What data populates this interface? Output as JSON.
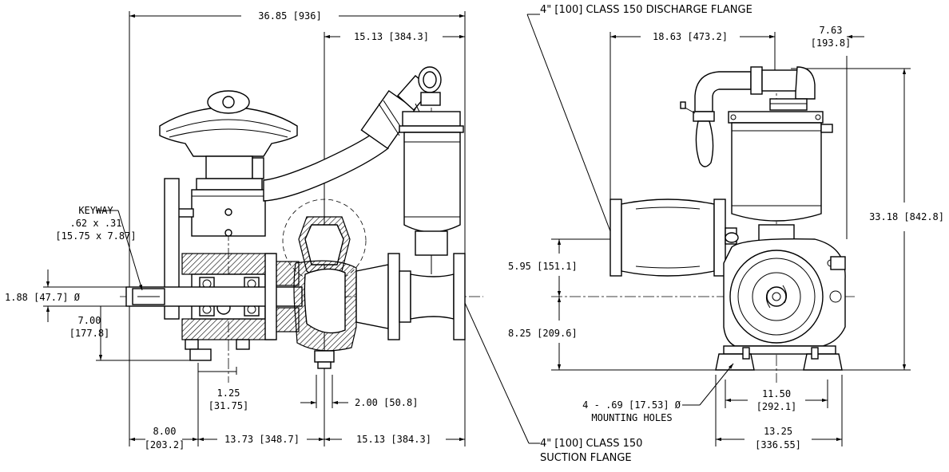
{
  "dimensions": {
    "overall_length": "36.85 [936]",
    "top_right_offset": "15.13 [384.3]",
    "keyway_label": "KEYWAY",
    "keyway_size": ".62 x .31",
    "keyway_size_mm": "[15.75 x 7.87]",
    "shaft_dia": "1.88 [47.7] Ø",
    "shaft_height_in": "7.00",
    "shaft_height_mm": "[177.8]",
    "foot_offset_in": "1.25",
    "foot_offset_mm": "[31.75]",
    "foot_gap": "2.00 [50.8]",
    "shaft_ext_in": "8.00",
    "shaft_ext_mm": "[203.2]",
    "mid_span": "13.73 [348.7]",
    "bottom_right_span": "15.13 [384.3]",
    "discharge_flange": "4\"  [100] CLASS 150 DISCHARGE FLANGE",
    "side_width": "18.63 [473.2]",
    "side_offset_in": "7.63",
    "side_offset_mm": "[193.8]",
    "overall_height": "33.18 [842.8]",
    "upper_height": "5.95 [151.1]",
    "lower_height": "8.25 [209.6]",
    "mounting_holes": "4 - .69 [17.53] Ø",
    "mounting_holes_label": "MOUNTING HOLES",
    "base_inner_in": "11.50",
    "base_inner_mm": "[292.1]",
    "base_outer_in": "13.25",
    "base_outer_mm": "[336.55]",
    "suction_flange_1": "4\"  [100] CLASS 150",
    "suction_flange_2": "SUCTION FLANGE"
  }
}
